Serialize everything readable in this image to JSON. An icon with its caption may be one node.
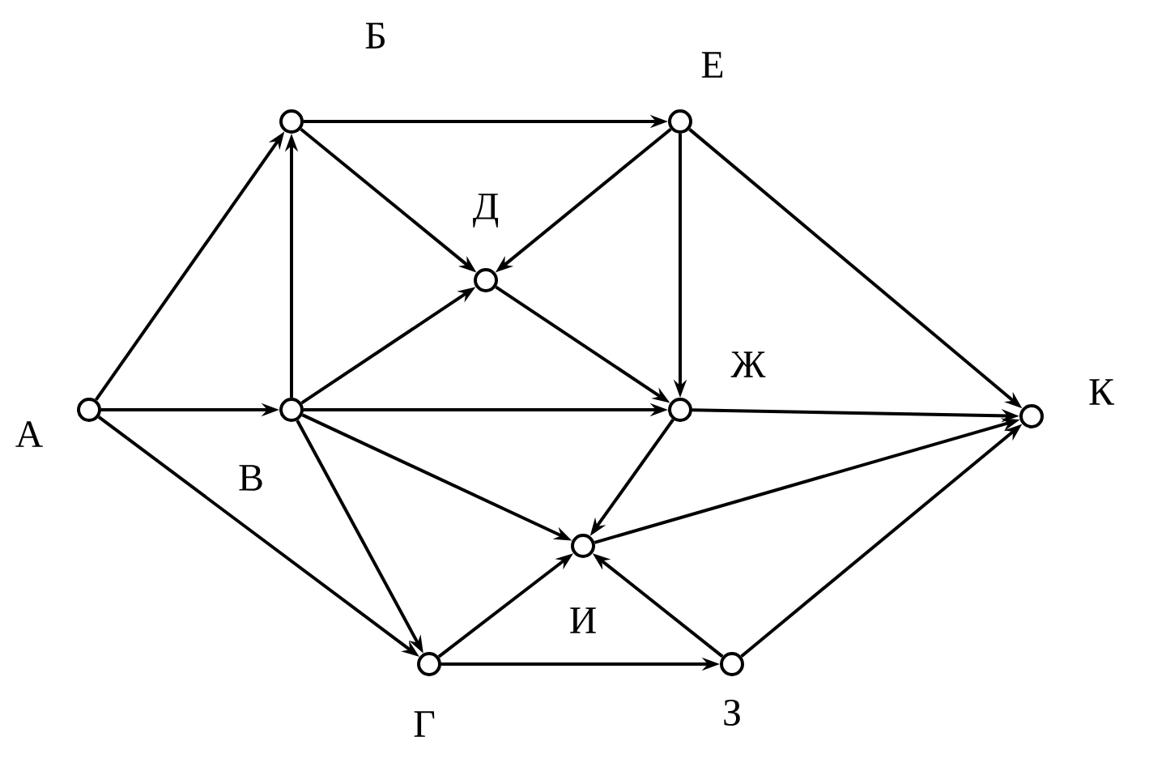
{
  "diagram": {
    "nodes": [
      {
        "text": [
          "А"
        ]
      },
      {
        "text": [
          "Б"
        ]
      },
      {
        "text": [
          "В"
        ]
      },
      {
        "text": [
          "Г"
        ]
      },
      {
        "text": [
          "Д"
        ]
      },
      {
        "text": [
          "Е"
        ]
      },
      {
        "text": [
          "Ж"
        ]
      },
      {
        "text": [
          "З"
        ]
      },
      {
        "text": [
          "И"
        ]
      },
      {
        "text": [
          "К"
        ]
      }
    ],
    "edges": [
      {
        "from": 0,
        "to": 1,
        "arrow": "to"
      },
      {
        "from": 0,
        "to": 2,
        "arrow": "to"
      },
      {
        "from": 0,
        "to": 3,
        "arrow": "to"
      },
      {
        "from": 2,
        "to": 1,
        "arrow": "to"
      },
      {
        "from": 1,
        "to": 5,
        "arrow": "to"
      },
      {
        "from": 1,
        "to": 4,
        "arrow": "to"
      },
      {
        "from": 2,
        "to": 4,
        "arrow": "to"
      },
      {
        "from": 5,
        "to": 4,
        "arrow": "to"
      },
      {
        "from": 5,
        "to": 6,
        "arrow": "to"
      },
      {
        "from": 5,
        "to": 9,
        "arrow": "to"
      },
      {
        "from": 4,
        "to": 6,
        "arrow": "to"
      },
      {
        "from": 2,
        "to": 6,
        "arrow": "to"
      },
      {
        "from": 2,
        "to": 8,
        "arrow": "to"
      },
      {
        "from": 2,
        "to": 3,
        "arrow": "to"
      },
      {
        "from": 6,
        "to": 9,
        "arrow": "to"
      },
      {
        "from": 6,
        "to": 8,
        "arrow": "to"
      },
      {
        "from": 8,
        "to": 9,
        "arrow": "to"
      },
      {
        "from": 3,
        "to": 8,
        "arrow": "to"
      },
      {
        "from": 3,
        "to": 7,
        "arrow": "to"
      },
      {
        "from": 7,
        "to": 8,
        "arrow": "to"
      },
      {
        "from": 7,
        "to": 9,
        "arrow": "to"
      }
    ]
  }
}
